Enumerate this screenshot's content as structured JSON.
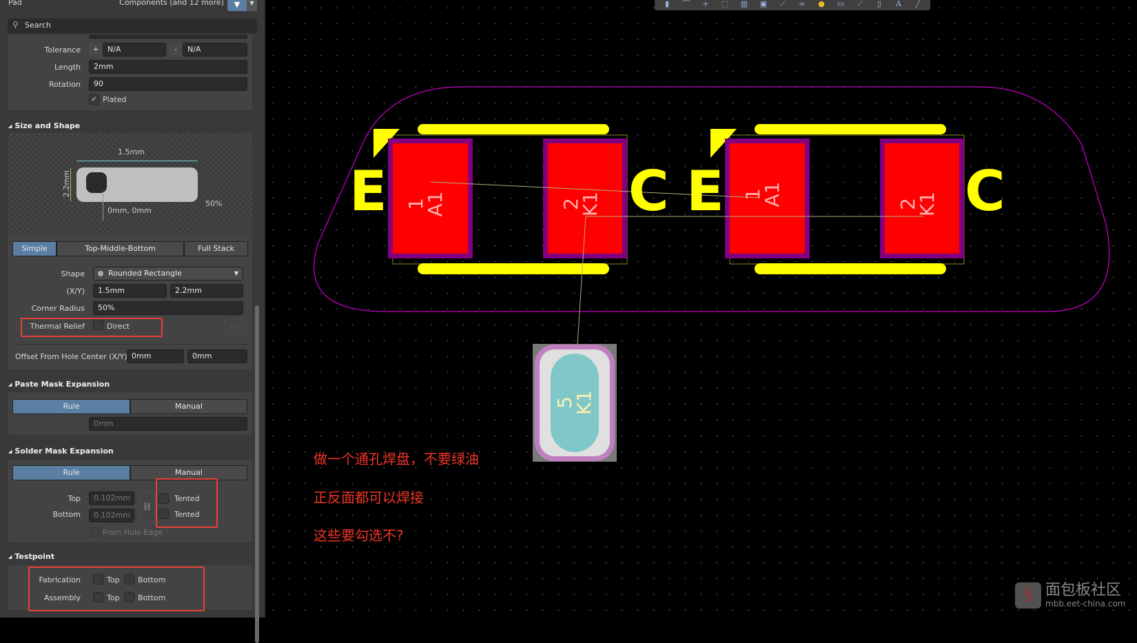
{
  "panel": {
    "title": "Pad",
    "filter_label": "Components (and 12 more)",
    "search_placeholder": "Search",
    "properties": {
      "tolerance_label": "Tolerance",
      "tolerance_plus_sign": "+",
      "tolerance_plus": "N/A",
      "tolerance_minus_sign": "-",
      "tolerance_minus": "N/A",
      "length_label": "Length",
      "length": "2mm",
      "rotation_label": "Rotation",
      "rotation": "90",
      "plated_label": "Plated",
      "plated_checked": true
    },
    "size_shape": {
      "header": "Size and Shape",
      "preview": {
        "width": "1.5mm",
        "height": "2.2mm",
        "offset": "0mm, 0mm",
        "radius": "50%"
      },
      "modes": [
        "Simple",
        "Top-Middle-Bottom",
        "Full Stack"
      ],
      "active_mode": "Simple",
      "shape_label": "Shape",
      "shape": "Rounded Rectangle",
      "xy_label": "(X/Y)",
      "x": "1.5mm",
      "y": "2.2mm",
      "corner_radius_label": "Corner Radius",
      "corner_radius": "50%",
      "thermal_relief_label": "Thermal Relief",
      "thermal_direct_label": "Direct",
      "more_button": "...",
      "offset_label": "Offset From Hole Center (X/Y)",
      "offset_x": "0mm",
      "offset_y": "0mm"
    },
    "paste_mask": {
      "header": "Paste Mask Expansion",
      "modes": [
        "Rule",
        "Manual"
      ],
      "active_mode": "Rule",
      "value": "0mm"
    },
    "solder_mask": {
      "header": "Solder Mask Expansion",
      "modes": [
        "Rule",
        "Manual"
      ],
      "active_mode": "Rule",
      "top_label": "Top",
      "top_value": "0.102mm",
      "bottom_label": "Bottom",
      "bottom_value": "0.102mm",
      "tented_top_label": "Tented",
      "tented_bottom_label": "Tented",
      "from_hole_edge_label": "From Hole Edge"
    },
    "testpoint": {
      "header": "Testpoint",
      "fabrication_label": "Fabrication",
      "assembly_label": "Assembly",
      "top_label": "Top",
      "bottom_label": "Bottom"
    }
  },
  "canvas": {
    "components": [
      {
        "left_label": "E",
        "right_label": "C",
        "pad1_number": "1",
        "pad1_net": "A1",
        "pad2_number": "2",
        "pad2_net": "K1"
      },
      {
        "left_label": "E",
        "right_label": "C",
        "pad1_number": "1",
        "pad1_net": "A1",
        "pad2_number": "2",
        "pad2_net": "K1"
      }
    ],
    "th_pad": {
      "number": "5",
      "net": "K1"
    },
    "notes": [
      "做一个通孔焊盘，不要绿油",
      "正反面都可以焊接",
      "这些要勾选不?"
    ],
    "watermark": {
      "name": "面包板社区",
      "url": "mbb.eet-china.com"
    }
  },
  "colors": {
    "pad_red": "#ff0000",
    "solder_mask": "#800080",
    "silk": "#ffff00",
    "outline": "#c000c0",
    "accent": "#5a7fa3",
    "annotation": "#e8403a"
  }
}
